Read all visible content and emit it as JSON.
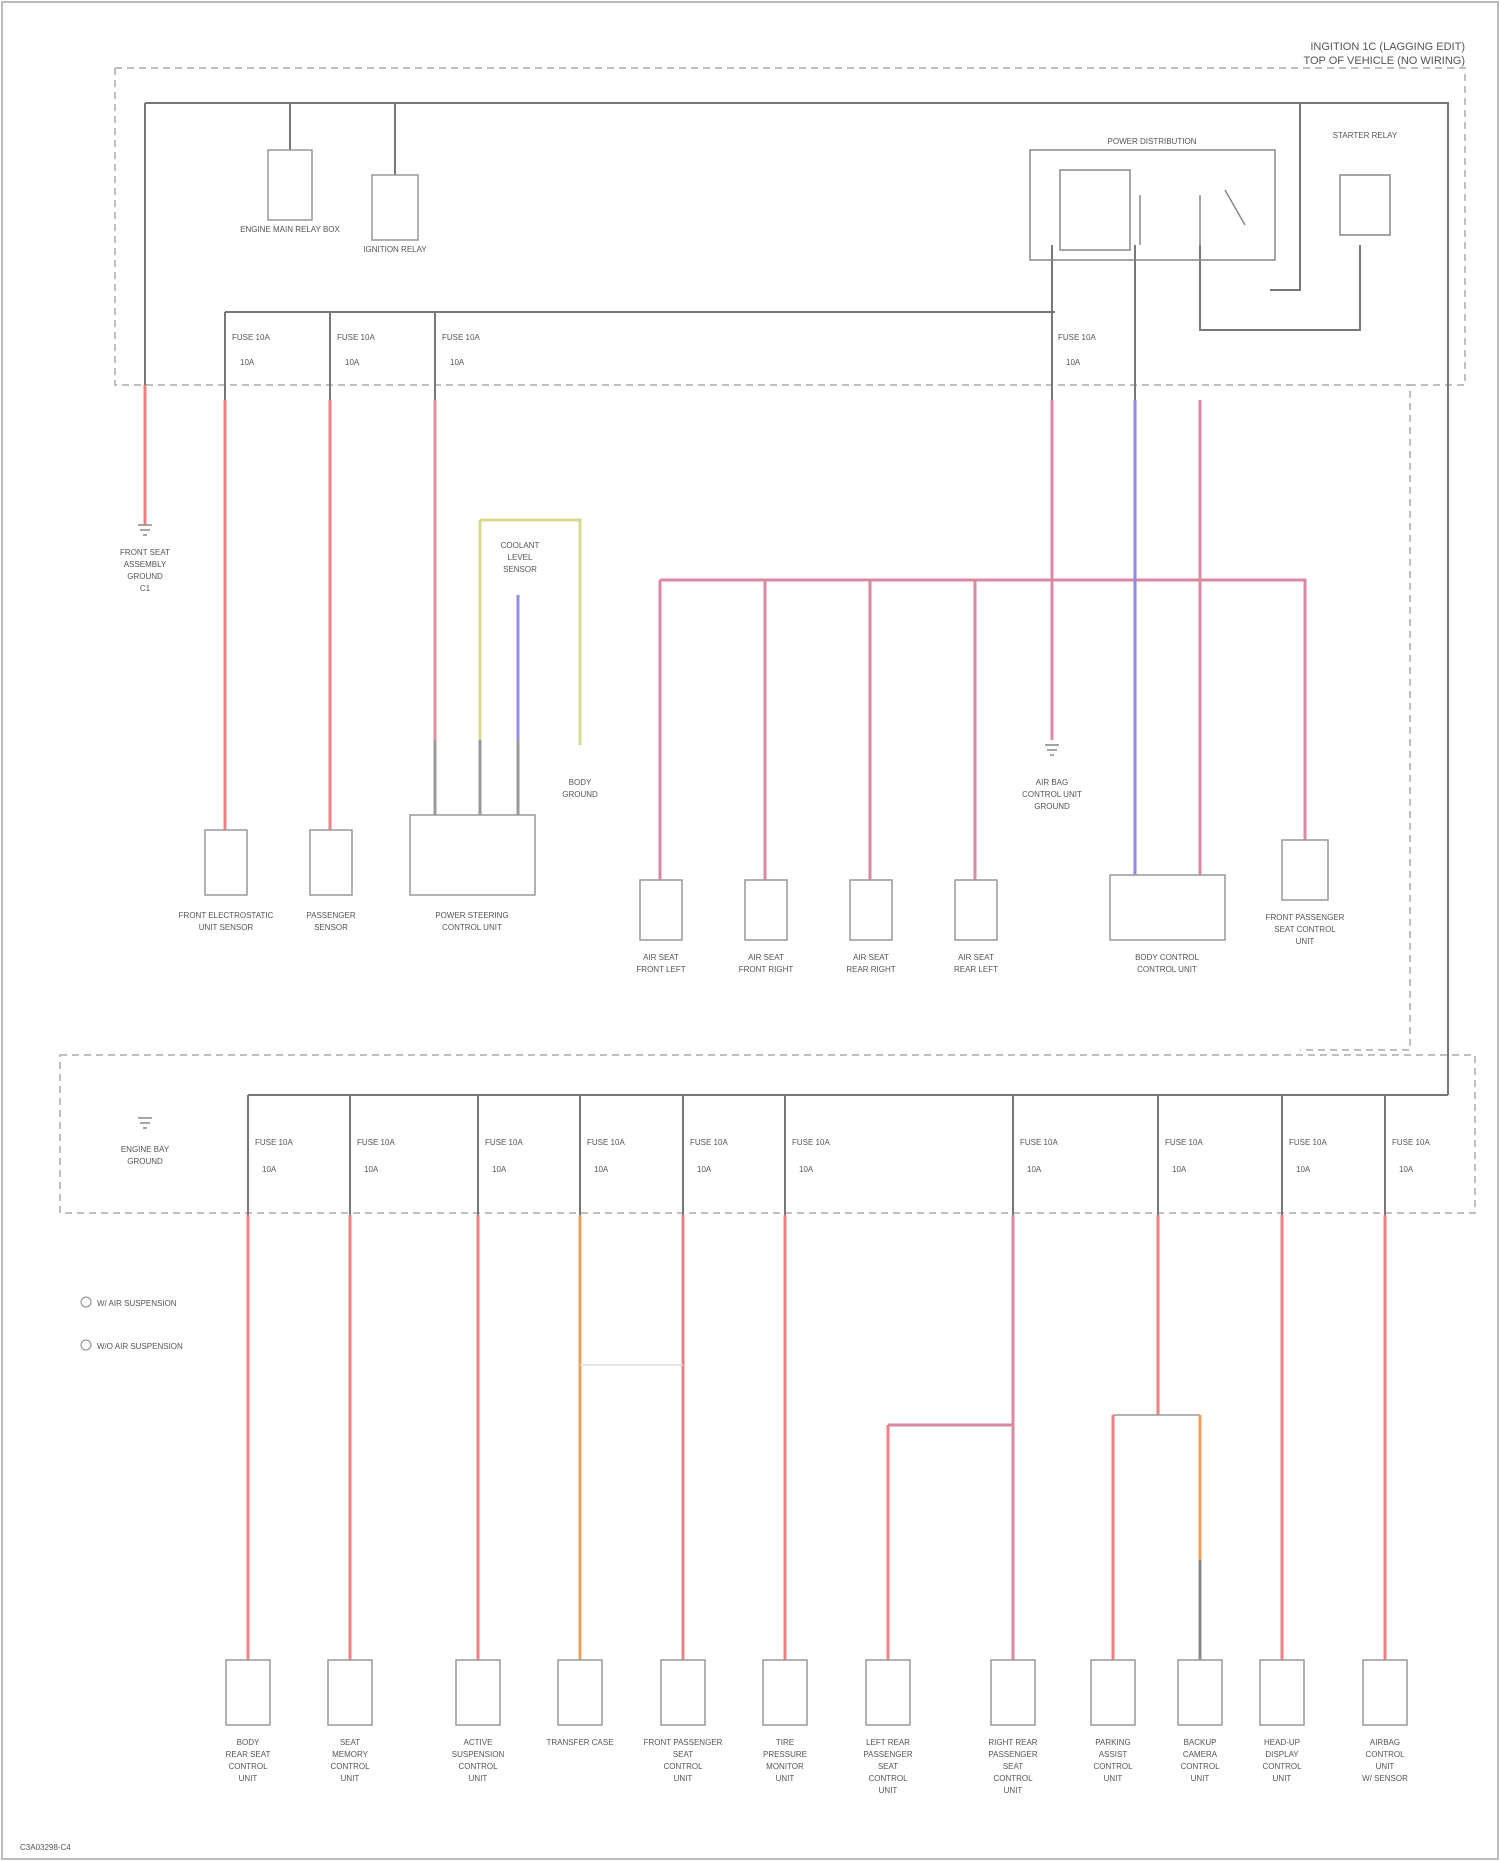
{
  "header": {
    "title_line1": "INGITION 1C (LAGGING EDIT)",
    "title_line2": "TOP OF VEHICLE (NO WIRING)"
  },
  "footer_id": "C3A03298-C4",
  "colors": {
    "wire_red": "#f08080",
    "wire_pink": "#d98aa0",
    "wire_blue": "#8a8ae8",
    "wire_yellow": "#d8d890",
    "wire_orange": "#e8a060",
    "wire_gray": "#999999",
    "dashed_box": "#aaaaaa"
  },
  "top": {
    "bus_components": [
      {
        "id": "bus-comp-1",
        "label": "ENGINE MAIN RELAY BOX"
      },
      {
        "id": "bus-comp-2",
        "label": "IGNITION RELAY"
      }
    ],
    "power_distribution_label": "POWER DISTRIBUTION",
    "starter_relay_label": "STARTER RELAY",
    "ground_1_label": [
      "FRONT SEAT",
      "ASSEMBLY",
      "GROUND",
      "C1"
    ],
    "fuse_labels_top": [
      "FUSE 10A",
      "FUSE 10A",
      "FUSE 10A",
      "FUSE 10A"
    ],
    "fuse_labels_top_b": [
      "10A",
      "10A",
      "10A",
      "10A"
    ],
    "components_mid": [
      {
        "id": "mid-1",
        "label": [
          "FRONT ELECTROSTATIC",
          "UNIT SENSOR"
        ]
      },
      {
        "id": "mid-2",
        "label": [
          "PASSENGER",
          "SENSOR"
        ]
      },
      {
        "id": "mid-3",
        "label": [
          "POWER STEERING",
          "CONTROL UNIT"
        ]
      },
      {
        "id": "mid-4",
        "label": [
          "AIR SEAT",
          "FRONT LEFT"
        ]
      },
      {
        "id": "mid-5",
        "label": [
          "AIR SEAT",
          "FRONT RIGHT"
        ]
      },
      {
        "id": "mid-6",
        "label": [
          "AIR SEAT",
          "REAR RIGHT"
        ]
      },
      {
        "id": "mid-7",
        "label": [
          "AIR SEAT",
          "REAR LEFT"
        ]
      },
      {
        "id": "mid-8",
        "label": [
          "BODY CONTROL",
          "CONTROL UNIT"
        ]
      },
      {
        "id": "mid-9",
        "label": [
          "FRONT PASSENGER",
          "SEAT CONTROL",
          "UNIT"
        ]
      }
    ],
    "sensor_label": [
      "COOLANT",
      "LEVEL",
      "SENSOR"
    ],
    "ground_2_label": [
      "BODY",
      "GROUND"
    ],
    "ground_3_label": [
      "AIR BAG",
      "CONTROL UNIT",
      "GROUND"
    ]
  },
  "bottom": {
    "ground_left_label": [
      "ENGINE BAY",
      "GROUND"
    ],
    "legend": [
      "W/ AIR SUSPENSION",
      "W/O AIR SUSPENSION"
    ],
    "fuse_labels": [
      "FUSE 10A",
      "FUSE 10A",
      "FUSE 10A",
      "FUSE 10A",
      "FUSE 10A",
      "FUSE 10A",
      "FUSE 10A",
      "FUSE 10A",
      "FUSE 10A",
      "FUSE 10A"
    ],
    "fuse_labels_b": [
      "10A",
      "10A",
      "10A",
      "10A",
      "10A",
      "10A",
      "10A",
      "10A",
      "10A",
      "10A"
    ],
    "components": [
      {
        "id": "b-1",
        "label": [
          "BODY",
          "REAR SEAT",
          "CONTROL",
          "UNIT"
        ]
      },
      {
        "id": "b-2",
        "label": [
          "SEAT",
          "MEMORY",
          "CONTROL",
          "UNIT"
        ]
      },
      {
        "id": "b-3",
        "label": [
          "ACTIVE",
          "SUSPENSION",
          "CONTROL",
          "UNIT"
        ]
      },
      {
        "id": "b-4",
        "label": [
          "TRANSFER CASE"
        ]
      },
      {
        "id": "b-5",
        "label": [
          "FRONT PASSENGER",
          "SEAT",
          "CONTROL",
          "UNIT"
        ]
      },
      {
        "id": "b-6",
        "label": [
          "TIRE",
          "PRESSURE",
          "MONITOR",
          "UNIT"
        ]
      },
      {
        "id": "b-7",
        "label": [
          "LEFT REAR",
          "PASSENGER",
          "SEAT",
          "CONTROL",
          "UNIT"
        ]
      },
      {
        "id": "b-8",
        "label": [
          "RIGHT REAR",
          "PASSENGER",
          "SEAT",
          "CONTROL",
          "UNIT"
        ]
      },
      {
        "id": "b-9",
        "label": [
          "PARKING",
          "ASSIST",
          "CONTROL",
          "UNIT"
        ]
      },
      {
        "id": "b-10",
        "label": [
          "BACKUP",
          "CAMERA",
          "CONTROL",
          "UNIT"
        ]
      },
      {
        "id": "b-11",
        "label": [
          "HEAD-UP",
          "DISPLAY",
          "CONTROL",
          "UNIT"
        ]
      },
      {
        "id": "b-12",
        "label": [
          "AIRBAG",
          "CONTROL",
          "UNIT",
          "W/ SENSOR"
        ]
      }
    ]
  }
}
